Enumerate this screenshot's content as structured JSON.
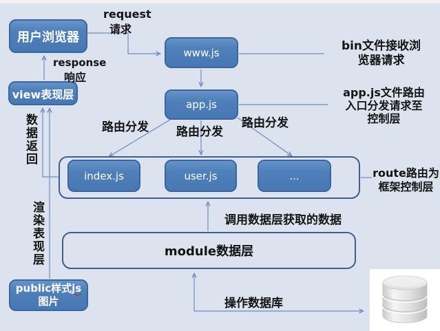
{
  "diagram": {
    "nodes": {
      "browser": "用户浏览器",
      "view": "view表现层",
      "www": "www.js",
      "app": "app.js",
      "index": "index.js",
      "user": "user.js",
      "more": "...",
      "public_prefix": "public样式",
      "public_js": "js",
      "public_line2": "图片",
      "module": "module数据层"
    },
    "edge_labels": {
      "request_en": "request",
      "request_zh": "请求",
      "response_en": "response",
      "response_zh": "响应",
      "data_return": "数据返回",
      "render_layer": "渲染表现层",
      "route_dispatch_left": "路由分发",
      "route_dispatch_mid": "路由分发",
      "route_dispatch_right": "路由分发",
      "call_data": "调用数据层获取的数据",
      "operate_db": "操作数据库"
    },
    "notes": {
      "bin": "bin文件接收浏\n览器请求",
      "appjs": "app.js文件路由\n入口分发请求至\n控制层",
      "route": "route路由为\n框架控制层"
    },
    "icons": {
      "database": "database-cylinder-icon"
    },
    "colors": {
      "background": "#dce3ee",
      "node_fill": "#4f80ba",
      "node_border": "#3a65a0",
      "frame_border": "#3c5e91",
      "connector": "#7b99c8",
      "note_text": "#141414",
      "node_text": "#ffffff"
    }
  }
}
